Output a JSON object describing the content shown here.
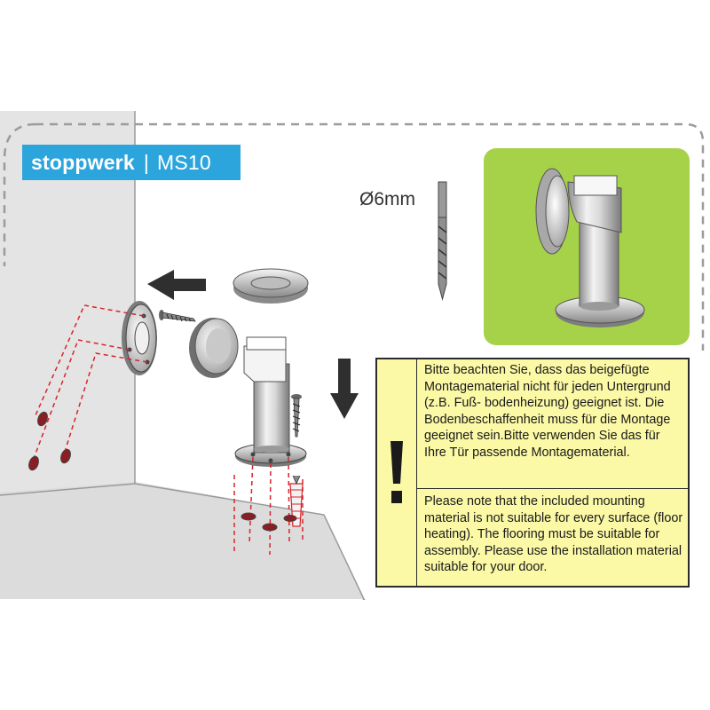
{
  "brand": {
    "name": "stoppwerk",
    "separator": "|",
    "model": "MS10"
  },
  "drill": {
    "label": "Ø6mm"
  },
  "notice": {
    "warning_icon": "exclamation-mark-icon",
    "text_de": "Bitte beachten Sie, dass das beigefügte Montagematerial nicht für jeden Untergrund (z.B. Fuß- bodenheizung) geeignet ist. Die Bodenbeschaffenheit muss für die Montage geeignet sein.Bitte verwenden Sie das für Ihre Tür passende Montagematerial.",
    "text_en": "Please note that the included mounting material is not suitable for every surface (floor heating). The flooring must be suitable for assembly. Please use the installation material suitable for your door."
  },
  "colors": {
    "brand_blue": "#2ca5dd",
    "product_green": "#a6d24a",
    "notice_yellow": "#fbf9a6",
    "wall_gray": "#e6e6e6",
    "guide_red": "#d9232b"
  }
}
